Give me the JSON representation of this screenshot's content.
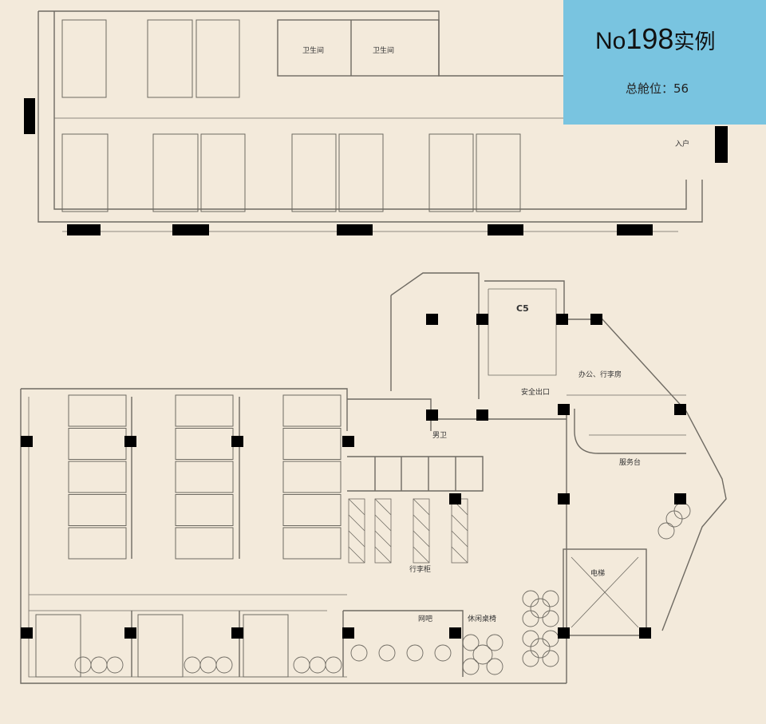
{
  "info_box": {
    "title_prefix": "No",
    "title_number": "198",
    "title_suffix": "实例",
    "capacity_label": "总舱位：",
    "capacity_value": "56",
    "background_color": "#79c4e0"
  },
  "upper_floor": {
    "labels": {
      "restroom_1": "卫生间",
      "restroom_2": "卫生间",
      "entrance": "入户"
    }
  },
  "lower_floor": {
    "labels": {
      "stair": "C5",
      "office": "办公、行李房",
      "exit": "安全出口",
      "mens_room": "男卫",
      "service_desk": "服务台",
      "elevator": "电梯",
      "luggage": "行李柜",
      "internet_bar": "网吧",
      "lounge": "休闲桌椅"
    }
  },
  "colors": {
    "background": "#f3eadb",
    "line": "#6e6a62",
    "column": "#000000"
  }
}
